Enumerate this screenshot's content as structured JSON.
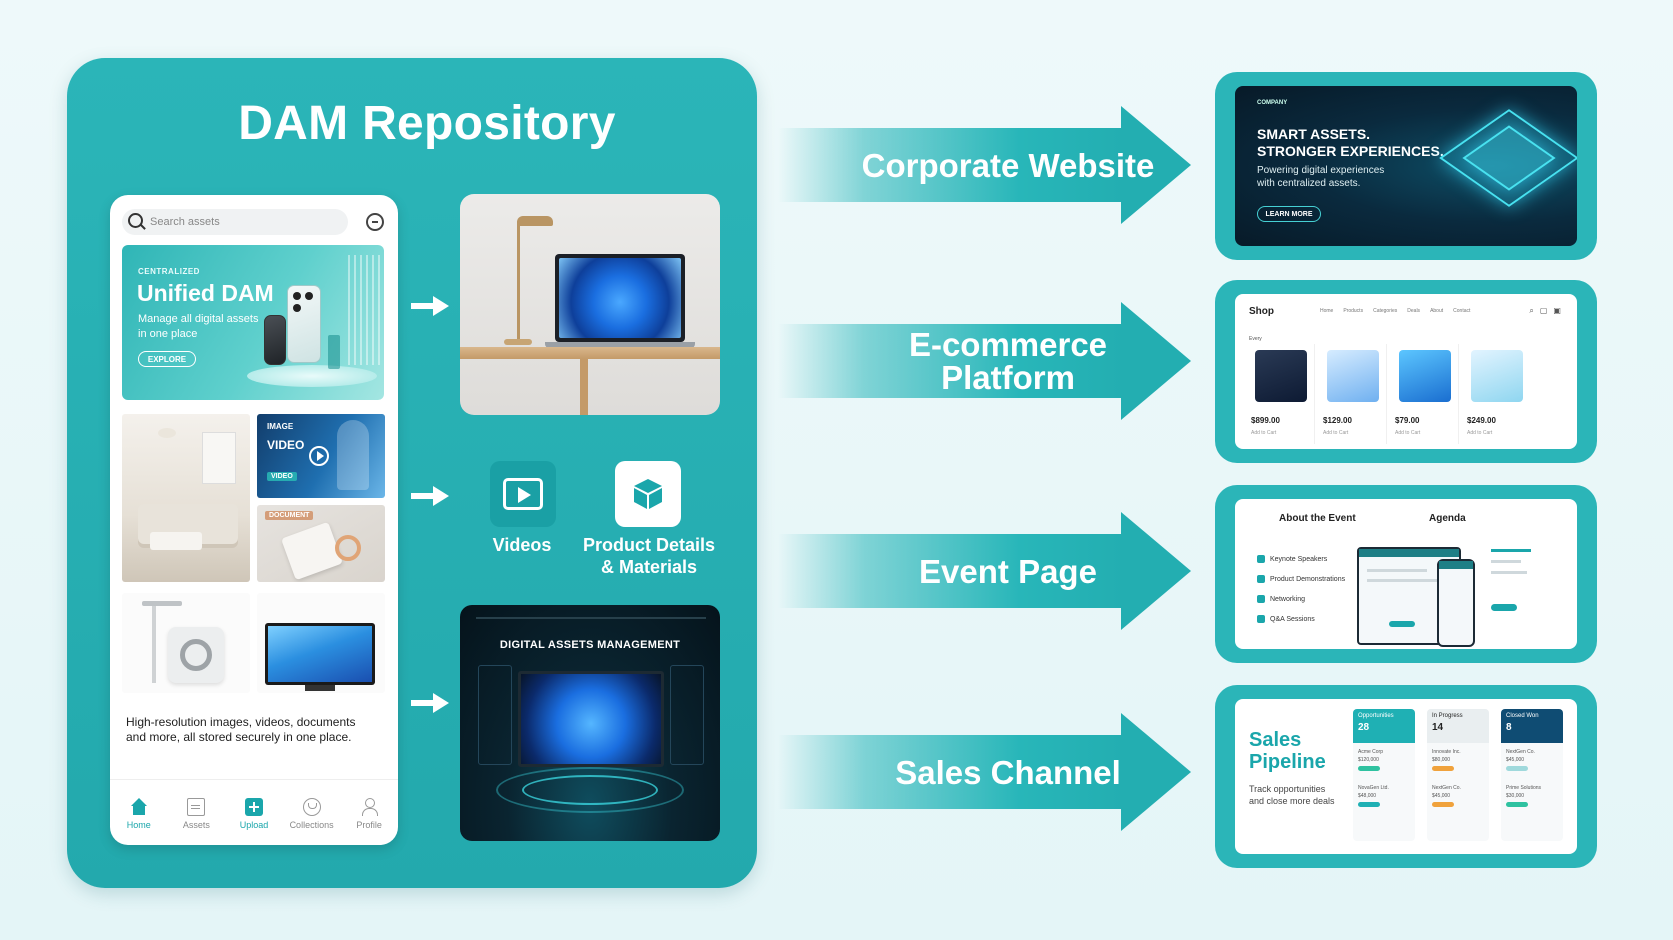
{
  "dam": {
    "title": "DAM Repository",
    "search_placeholder": "Search assets",
    "banner": {
      "eyebrow": "CENTRALIZED",
      "title": "Unified DAM",
      "subtitle": "Manage all digital assets in one place",
      "button": "EXPLORE"
    },
    "tiles": {
      "image_tag": "IMAGE",
      "video_label": "VIDEO",
      "video_pill": "VIDEO",
      "document_tag": "DOCUMENT"
    },
    "caption": "High-resolution images, videos, documents and more, all stored securely in one place.",
    "nav": [
      {
        "label": "Home",
        "icon": "home-icon"
      },
      {
        "label": "Assets",
        "icon": "assets-icon"
      },
      {
        "label": "Upload",
        "icon": "upload-icon"
      },
      {
        "label": "Collections",
        "icon": "collections-icon"
      },
      {
        "label": "Profile",
        "icon": "profile-icon"
      }
    ],
    "videos_label": "Videos",
    "product_label_1": "Product Details",
    "product_label_2": "& Materials",
    "screen_title": "DIGITAL ASSETS MANAGEMENT"
  },
  "channels": [
    {
      "label_1": "Corporate Website",
      "label_2": ""
    },
    {
      "label_1": "E-commerce",
      "label_2": "Platform"
    },
    {
      "label_1": "Event Page",
      "label_2": ""
    },
    {
      "label_1": "Sales Channel",
      "label_2": ""
    }
  ],
  "corporate": {
    "eyebrow": "COMPANY",
    "title_1": "SMART ASSETS.",
    "title_2": "STRONGER EXPERIENCES.",
    "sub_1": "Powering digital experiences",
    "sub_2": "with centralized assets.",
    "button": "LEARN MORE"
  },
  "shop": {
    "title": "Shop",
    "nav": [
      "Home",
      "Products",
      "Categories",
      "Deals",
      "About",
      "Contact"
    ],
    "section": "Every",
    "products": [
      {
        "price": "$899.00",
        "meta": "Add to Cart"
      },
      {
        "price": "$129.00",
        "meta": "Add to Cart"
      },
      {
        "price": "$79.00",
        "meta": "Add to Cart"
      },
      {
        "price": "$249.00",
        "meta": "Add to Cart"
      }
    ]
  },
  "event": {
    "about": "About the Event",
    "agenda": "Agenda",
    "items": [
      "Keynote Speakers",
      "Product Demonstrations",
      "Networking",
      "Q&A Sessions"
    ]
  },
  "sales": {
    "title_1": "Sales",
    "title_2": "Pipeline",
    "sub": "Track opportunities and close more deals",
    "columns": [
      {
        "title": "Opportunities",
        "count": "28",
        "color": "#1fb0b4",
        "rows": [
          {
            "name": "Acme Corp",
            "value": "$120,000"
          },
          {
            "name": "NovaGen Ltd.",
            "value": "$48,000"
          }
        ]
      },
      {
        "title": "In Progress",
        "count": "14",
        "color": "#e9eef0",
        "rows": [
          {
            "name": "Innovate Inc.",
            "value": "$80,000"
          },
          {
            "name": "NextGen Co.",
            "value": "$45,000"
          }
        ]
      },
      {
        "title": "Closed Won",
        "count": "8",
        "color": "#0f4c73",
        "rows": [
          {
            "name": "NextGen Co.",
            "value": "$45,000"
          },
          {
            "name": "Prime Solutions",
            "value": "$30,000"
          }
        ]
      }
    ]
  },
  "colors": {
    "teal": "#2bb5b8",
    "teal_dark": "#1aa6ab",
    "background": "#eef9fa"
  }
}
